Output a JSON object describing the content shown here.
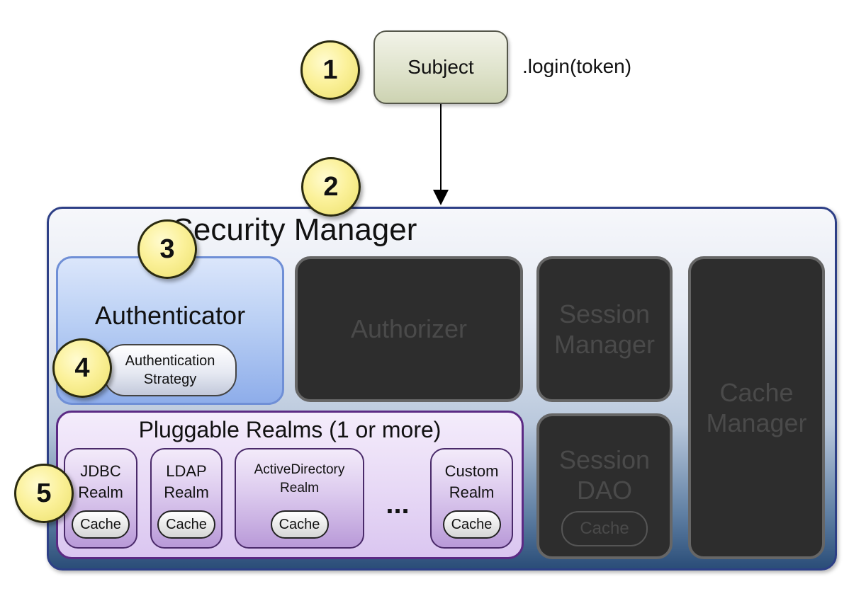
{
  "badges": [
    "1",
    "2",
    "3",
    "4",
    "5"
  ],
  "subject": {
    "label": "Subject",
    "method": ".login(token)"
  },
  "security_manager": {
    "title": "Security Manager"
  },
  "authenticator": {
    "label": "Authenticator",
    "strategy": "Authentication\nStrategy"
  },
  "authorizer": {
    "label": "Authorizer"
  },
  "session_manager": {
    "label": "Session\nManager"
  },
  "session_dao": {
    "label": "Session\nDAO",
    "cache": "Cache"
  },
  "cache_manager": {
    "label": "Cache\nManager"
  },
  "realms": {
    "title": "Pluggable Realms (1 or more)",
    "items": [
      {
        "label": "JDBC\nRealm",
        "cache": "Cache"
      },
      {
        "label": "LDAP\nRealm",
        "cache": "Cache"
      },
      {
        "label": "ActiveDirectory\nRealm",
        "cache": "Cache"
      },
      {
        "label": "Custom\nRealm",
        "cache": "Cache"
      }
    ],
    "ellipsis": "..."
  },
  "colors": {
    "badge_fill": "#fbf19a",
    "subject_fill": "#dfe3cc",
    "security_manager_border": "#2d3f86",
    "authenticator_fill": "#b9cff4",
    "disabled_fill": "#2d2d2d",
    "realms_border": "#5b2a84"
  }
}
